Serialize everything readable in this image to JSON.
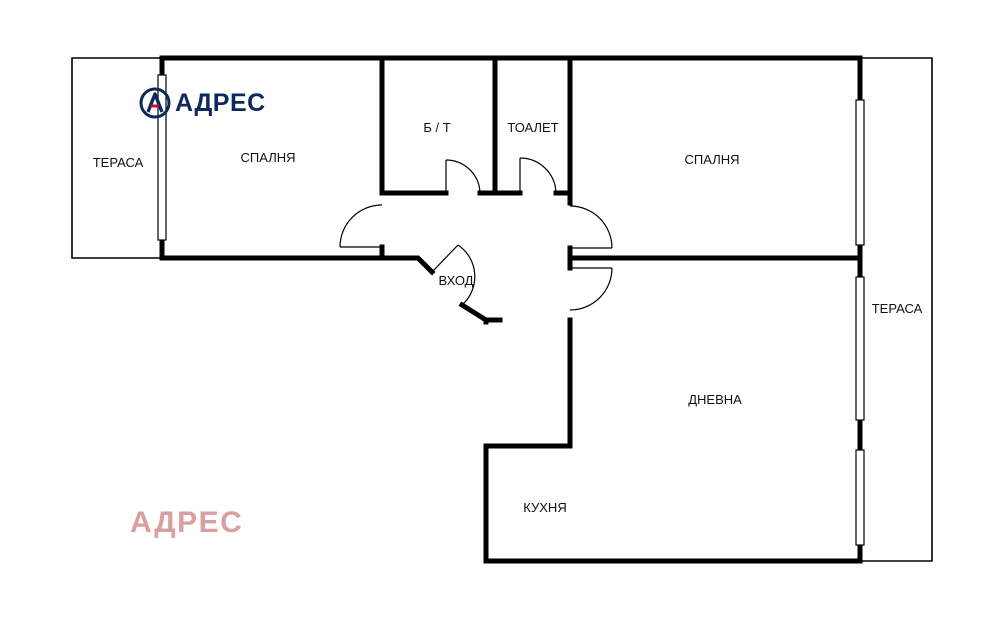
{
  "brand": {
    "name": "АДРЕС",
    "color": "#0b2a5b",
    "accent": "#c8102e",
    "icon": "logo-a-circle-icon"
  },
  "watermark": {
    "text": "АДРЕС",
    "color": "#d9a0a0"
  },
  "rooms": {
    "terrace_left": "ТЕРАСА",
    "bedroom_left": "СПАЛНЯ",
    "bathroom": "Б / Т",
    "toilet": "ТОАЛЕТ",
    "bedroom_right": "СПАЛНЯ",
    "terrace_right": "ТЕРАСА",
    "entrance": "ВХОД",
    "living_room": "ДНЕВНА",
    "kitchen": "КУХНЯ"
  }
}
